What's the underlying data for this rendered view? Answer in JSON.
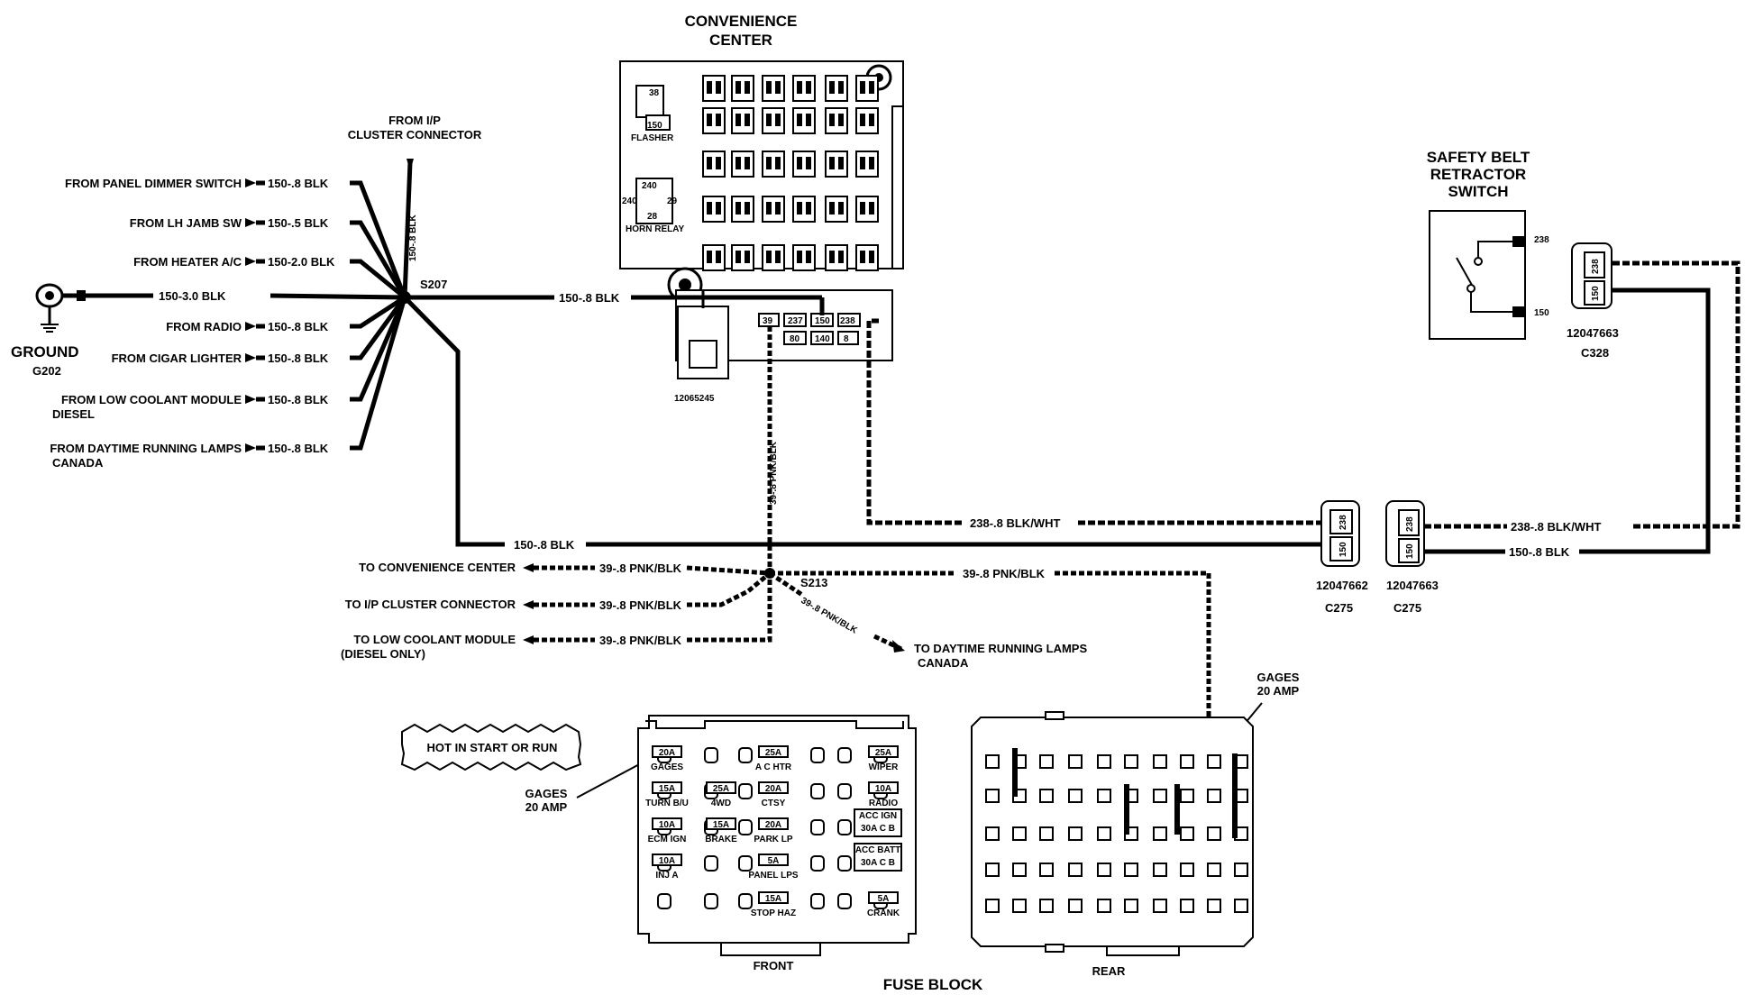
{
  "titles": {
    "convenience_center_1": "CONVENIENCE",
    "convenience_center_2": "CENTER",
    "safety_belt_1": "SAFETY BELT",
    "safety_belt_2": "RETRACTOR",
    "safety_belt_3": "SWITCH",
    "fuse_block": "FUSE BLOCK",
    "front": "FRONT",
    "rear": "REAR"
  },
  "splices": {
    "s207": "S207",
    "s213": "S213",
    "from_ip_1": "FROM I/P",
    "from_ip_2": "CLUSTER CONNECTOR",
    "from_ip_wire": "150-.8 BLK"
  },
  "ground": {
    "label": "GROUND",
    "id": "G202",
    "wire": "150-3.0 BLK",
    "s207_out": "150-.8 BLK"
  },
  "ground_feeds": [
    {
      "source": "FROM PANEL DIMMER SWITCH",
      "wire": "150-.8 BLK",
      "note": ""
    },
    {
      "source": "FROM LH JAMB SW",
      "wire": "150-.5 BLK",
      "note": ""
    },
    {
      "source": "FROM HEATER A/C",
      "wire": "150-2.0 BLK",
      "note": ""
    },
    {
      "source": "FROM RADIO",
      "wire": "150-.8 BLK",
      "note": ""
    },
    {
      "source": "FROM CIGAR LIGHTER",
      "wire": "150-.8 BLK",
      "note": ""
    },
    {
      "source": "FROM LOW COOLANT MODULE",
      "wire": "150-.8 BLK",
      "note": "DIESEL"
    },
    {
      "source": "FROM DAYTIME RUNNING LAMPS",
      "wire": "150-.8 BLK",
      "note": "CANADA"
    }
  ],
  "convenience": {
    "flasher": "FLASHER",
    "horn_relay": "HORN RELAY",
    "part_no": "12065245",
    "cavities": [
      "39",
      "237",
      "150",
      "238",
      "80",
      "140",
      "8"
    ],
    "top_38": "38",
    "top_150": "150",
    "relay_240a": "240",
    "relay_240b": "240",
    "relay_28": "28",
    "relay_29": "29"
  },
  "wires": {
    "pnk_vertical": "39-.8 PNK/BLK",
    "wht_238": "238-.8 BLK/WHT",
    "blk_150_main": "150-.8 BLK",
    "right_238": "238-.8 BLK/WHT",
    "right_150": "150-.8 BLK",
    "s213_right": "39-.8 PNK/BLK",
    "s213_diag": "39-.8 PNK/BLK"
  },
  "s213_branches": [
    {
      "dest": "TO CONVENIENCE CENTER",
      "wire": "39-.8 PNK/BLK",
      "note": ""
    },
    {
      "dest": "TO I/P CLUSTER CONNECTOR",
      "wire": "39-.8 PNK/BLK",
      "note": ""
    },
    {
      "dest": "TO LOW  COOLANT MODULE",
      "wire": "39-.8 PNK/BLK",
      "note": "(DIESEL ONLY)"
    }
  ],
  "drl": {
    "line1": "TO DAYTIME RUNNING LAMPS",
    "line2": "CANADA"
  },
  "connectors": {
    "c275a_part": "12047662",
    "c275a_id": "C275",
    "c275b_part": "12047663",
    "c275b_id": "C275",
    "c328_part": "12047663",
    "c328_id": "C328",
    "pin_238": "238",
    "pin_150": "150"
  },
  "switch_pins": {
    "top": "238",
    "bottom": "150"
  },
  "hot_label": "HOT IN START OR RUN",
  "gages_callout_left": {
    "line1": "GAGES",
    "line2": "20 AMP"
  },
  "gages_callout_right": {
    "line1": "GAGES",
    "line2": "20 AMP"
  },
  "fuses": [
    {
      "amp": "20A",
      "name": "GAGES"
    },
    {
      "amp": "25A",
      "name": "A C HTR"
    },
    {
      "amp": "25A",
      "name": "WIPER"
    },
    {
      "amp": "15A",
      "name": "TURN B/U"
    },
    {
      "amp": "25A",
      "name": "4WD"
    },
    {
      "amp": "20A",
      "name": "CTSY"
    },
    {
      "amp": "10A",
      "name": "RADIO"
    },
    {
      "amp": "10A",
      "name": "ECM IGN"
    },
    {
      "amp": "15A",
      "name": "BRAKE"
    },
    {
      "amp": "20A",
      "name": "PARK LP"
    },
    {
      "amp": "10A",
      "name": "INJ A"
    },
    {
      "amp": "5A",
      "name": "PANEL LPS"
    },
    {
      "amp": "15A",
      "name": "STOP HAZ"
    },
    {
      "amp": "5A",
      "name": "CRANK"
    }
  ],
  "breakers": [
    {
      "name": "ACC IGN",
      "rating": "30A C B"
    },
    {
      "name": "ACC BATT",
      "rating": "30A C B"
    }
  ]
}
